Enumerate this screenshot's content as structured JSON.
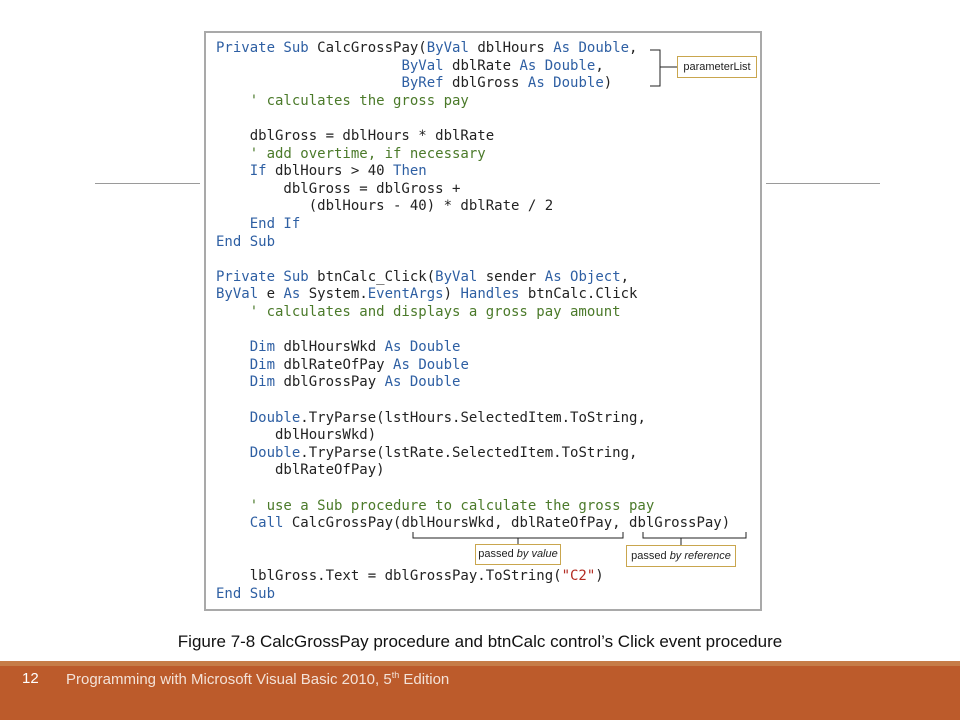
{
  "code_lines": [
    [
      {
        "t": "Private Sub ",
        "c": "kw"
      },
      {
        "t": "CalcGrossPay(",
        "c": "pl"
      },
      {
        "t": "ByVal",
        "c": "kw"
      },
      {
        "t": " dblHours ",
        "c": "pl"
      },
      {
        "t": "As Double",
        "c": "kw"
      },
      {
        "t": ",",
        "c": "pl"
      }
    ],
    [
      {
        "t": "                      ",
        "c": "pl"
      },
      {
        "t": "ByVal",
        "c": "kw"
      },
      {
        "t": " dblRate ",
        "c": "pl"
      },
      {
        "t": "As Double",
        "c": "kw"
      },
      {
        "t": ",",
        "c": "pl"
      }
    ],
    [
      {
        "t": "                      ",
        "c": "pl"
      },
      {
        "t": "ByRef",
        "c": "kw"
      },
      {
        "t": " dblGross ",
        "c": "pl"
      },
      {
        "t": "As Double",
        "c": "kw"
      },
      {
        "t": ")",
        "c": "pl"
      }
    ],
    [
      {
        "t": "    ' calculates the gross pay",
        "c": "cm"
      }
    ],
    [],
    [
      {
        "t": "    dblGross = dblHours * dblRate",
        "c": "pl"
      }
    ],
    [
      {
        "t": "    ' add overtime, if necessary",
        "c": "cm"
      }
    ],
    [
      {
        "t": "    ",
        "c": "pl"
      },
      {
        "t": "If",
        "c": "kw"
      },
      {
        "t": " dblHours > 40 ",
        "c": "pl"
      },
      {
        "t": "Then",
        "c": "kw"
      }
    ],
    [
      {
        "t": "        dblGross = dblGross +",
        "c": "pl"
      }
    ],
    [
      {
        "t": "           (dblHours - 40) * dblRate / 2",
        "c": "pl"
      }
    ],
    [
      {
        "t": "    End If",
        "c": "kw"
      }
    ],
    [
      {
        "t": "End Sub",
        "c": "kw"
      }
    ],
    [],
    [
      {
        "t": "Private Sub ",
        "c": "kw"
      },
      {
        "t": "btnCalc_Click(",
        "c": "pl"
      },
      {
        "t": "ByVal",
        "c": "kw"
      },
      {
        "t": " sender ",
        "c": "pl"
      },
      {
        "t": "As Object",
        "c": "kw"
      },
      {
        "t": ",",
        "c": "pl"
      }
    ],
    [
      {
        "t": "ByVal",
        "c": "kw"
      },
      {
        "t": " e ",
        "c": "pl"
      },
      {
        "t": "As",
        "c": "kw"
      },
      {
        "t": " System.",
        "c": "pl"
      },
      {
        "t": "EventArgs",
        "c": "kw"
      },
      {
        "t": ") ",
        "c": "pl"
      },
      {
        "t": "Handles",
        "c": "kw"
      },
      {
        "t": " btnCalc.Click",
        "c": "pl"
      }
    ],
    [
      {
        "t": "    ' calculates and displays a gross pay amount",
        "c": "cm"
      }
    ],
    [],
    [
      {
        "t": "    ",
        "c": "pl"
      },
      {
        "t": "Dim",
        "c": "kw"
      },
      {
        "t": " dblHoursWkd ",
        "c": "pl"
      },
      {
        "t": "As Double",
        "c": "kw"
      }
    ],
    [
      {
        "t": "    ",
        "c": "pl"
      },
      {
        "t": "Dim",
        "c": "kw"
      },
      {
        "t": " dblRateOfPay ",
        "c": "pl"
      },
      {
        "t": "As Double",
        "c": "kw"
      }
    ],
    [
      {
        "t": "    ",
        "c": "pl"
      },
      {
        "t": "Dim",
        "c": "kw"
      },
      {
        "t": " dblGrossPay ",
        "c": "pl"
      },
      {
        "t": "As Double",
        "c": "kw"
      }
    ],
    [],
    [
      {
        "t": "    Double",
        "c": "kw"
      },
      {
        "t": ".TryParse(lstHours.SelectedItem.ToString,",
        "c": "pl"
      }
    ],
    [
      {
        "t": "       dblHoursWkd)",
        "c": "pl"
      }
    ],
    [
      {
        "t": "    Double",
        "c": "kw"
      },
      {
        "t": ".TryParse(lstRate.SelectedItem.ToString,",
        "c": "pl"
      }
    ],
    [
      {
        "t": "       dblRateOfPay)",
        "c": "pl"
      }
    ],
    [],
    [
      {
        "t": "    ' use a Sub procedure to calculate the gross pay",
        "c": "cm"
      }
    ],
    [
      {
        "t": "    Call",
        "c": "kw"
      },
      {
        "t": " CalcGrossPay(dblHoursWkd, dblRateOfPay, dblGrossPay)",
        "c": "pl"
      }
    ],
    [],
    [],
    [
      {
        "t": "    lblGross.Text = dblGrossPay.ToString(",
        "c": "pl"
      },
      {
        "t": "\"C2\"",
        "c": "st"
      },
      {
        "t": ")",
        "c": "pl"
      }
    ],
    [
      {
        "t": "End Sub",
        "c": "kw"
      }
    ]
  ],
  "callouts": {
    "parameter_list": "parameterList",
    "by_value_prefix": "passed ",
    "by_value_em": "by value",
    "by_reference_prefix": "passed ",
    "by_reference_em": "by reference"
  },
  "caption": "Figure 7-8 CalcGrossPay procedure and btnCalc control’s Click event procedure",
  "footer": {
    "slide_number": "12",
    "book_title": "Programming with Microsoft Visual Basic 2010, 5",
    "edition_sup": "th",
    "edition_suffix": " Edition"
  },
  "colors": {
    "keyword": "#2e5fa3",
    "comment": "#4b7a2a",
    "string": "#b32b22",
    "footer_bar": "#bc5b2b",
    "callout_border": "#c9a64e"
  }
}
